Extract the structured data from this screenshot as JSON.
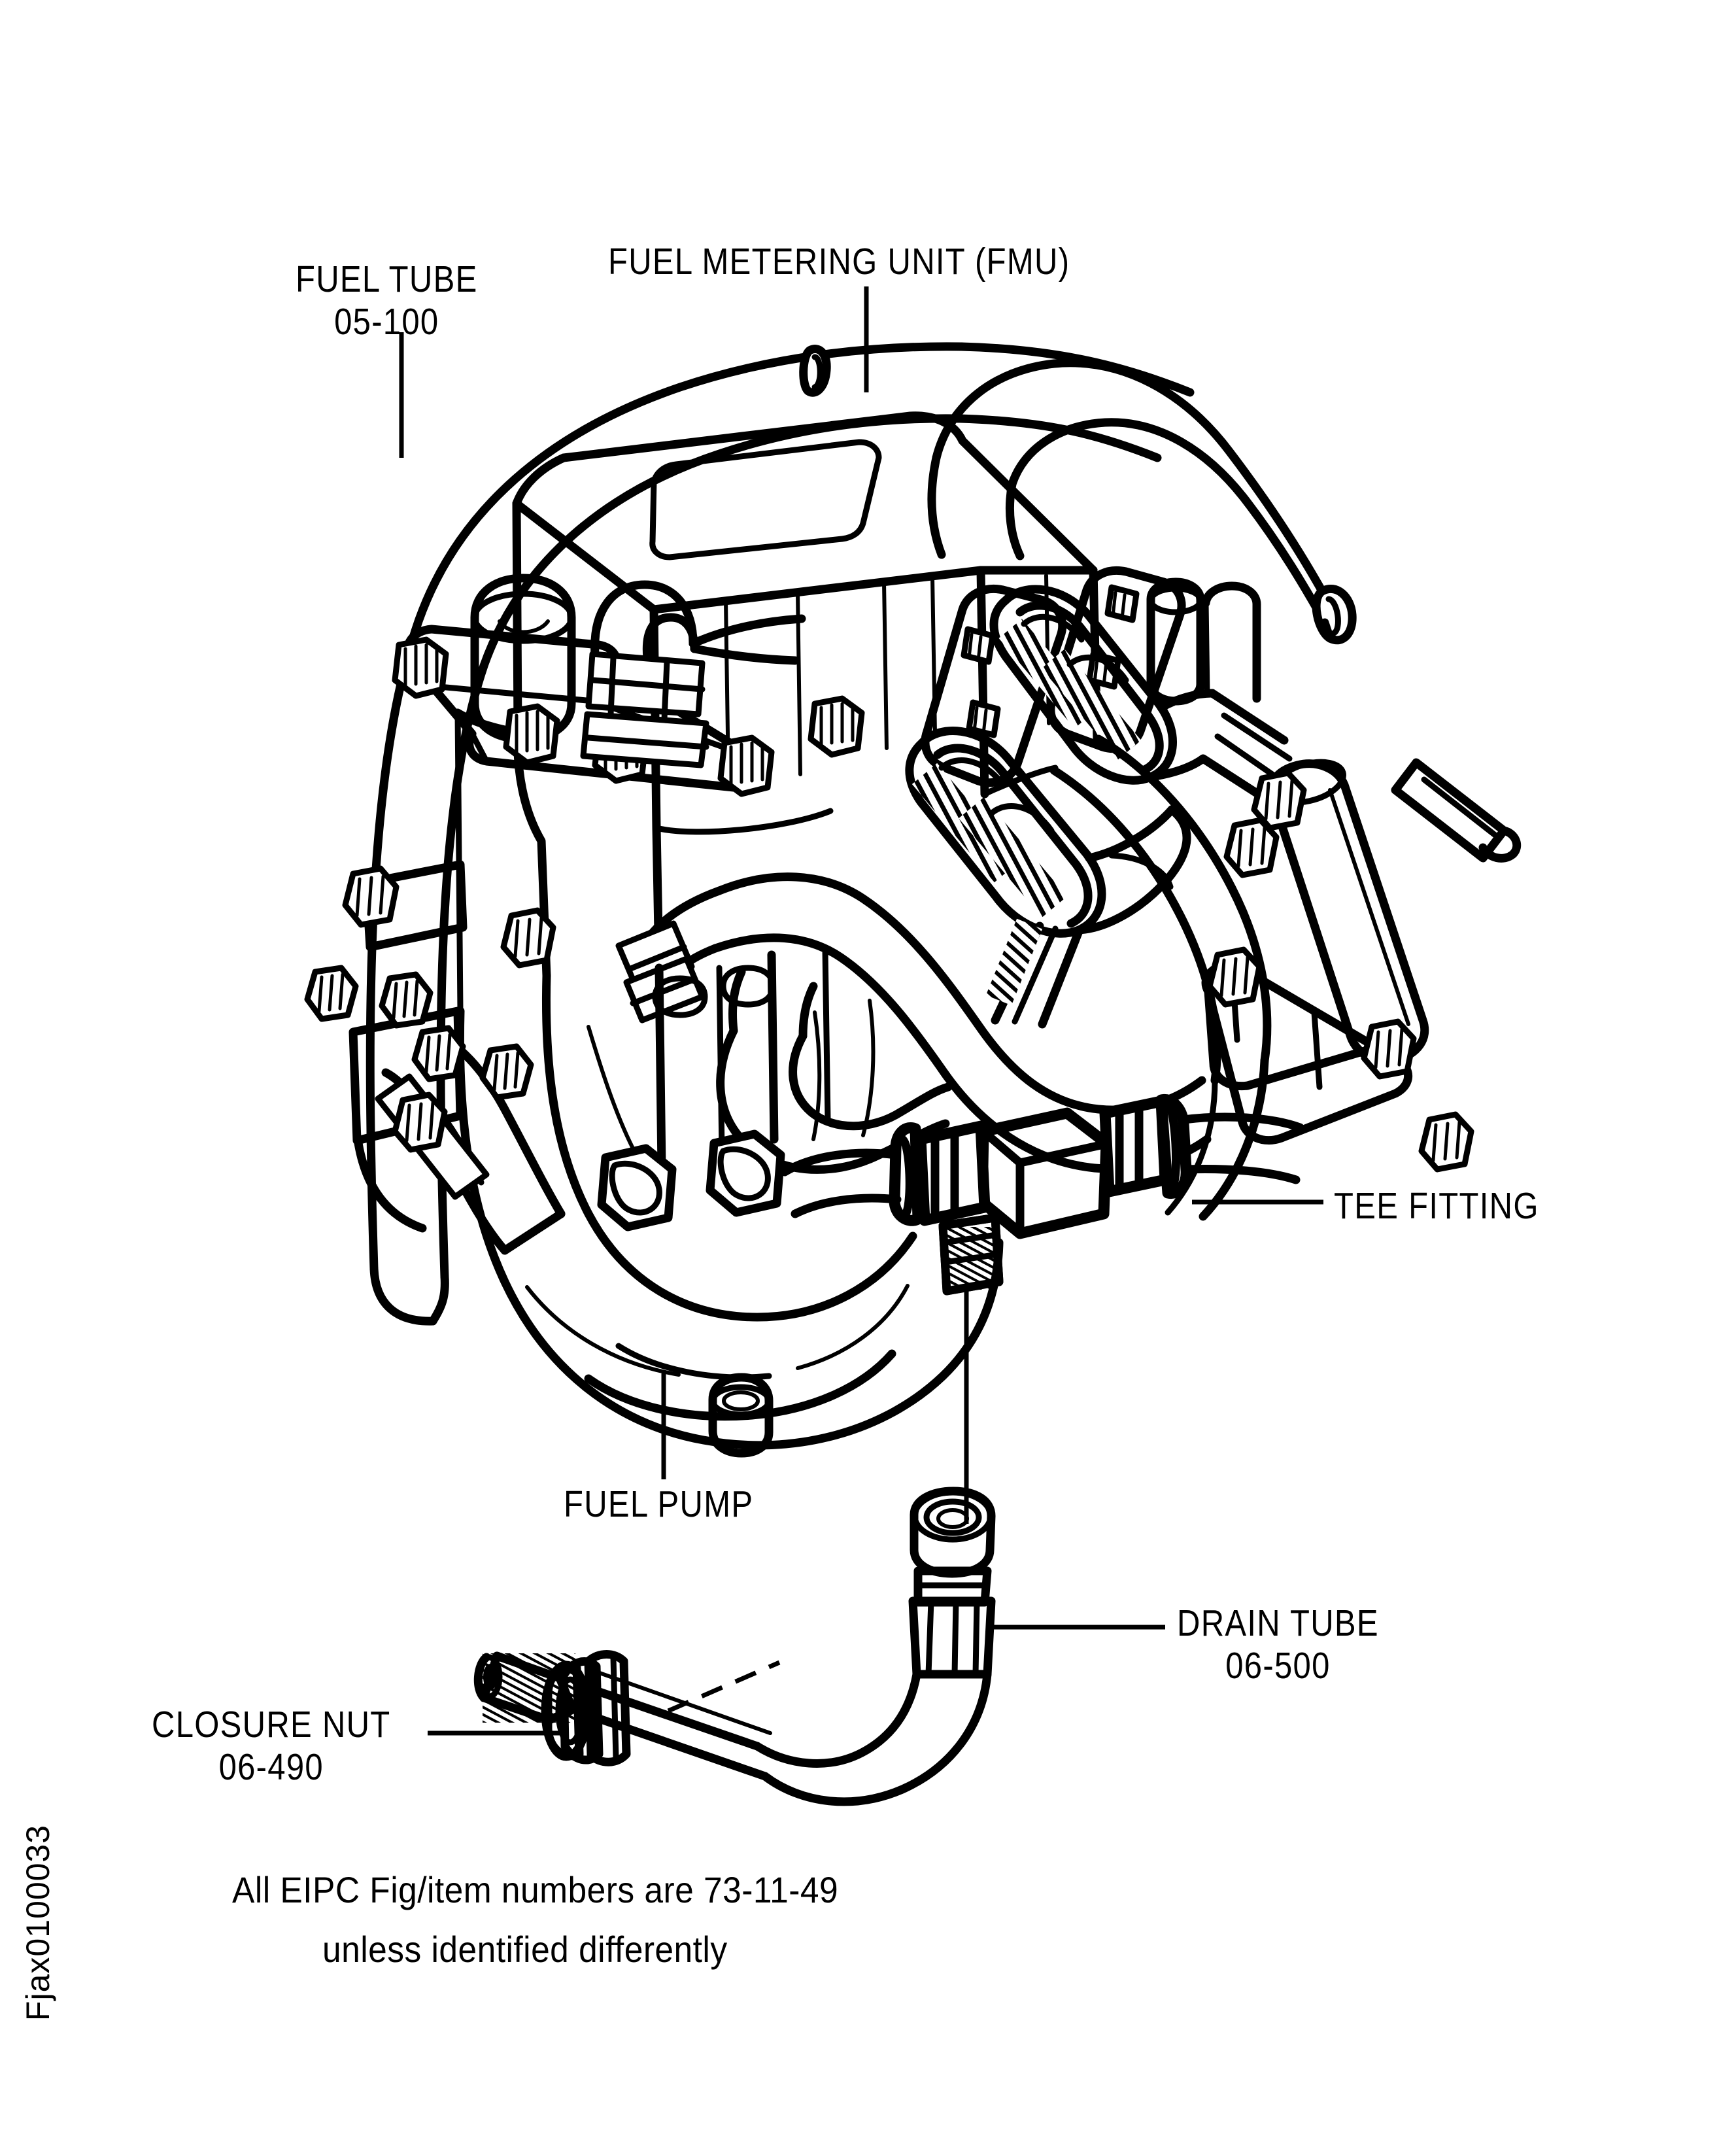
{
  "figure": {
    "id_text": "Fjax0100033",
    "note_line_1": "All EIPC Fig/item numbers are 73-11-49",
    "note_line_2": "unless identified differently",
    "line_color": "#000000",
    "background_color": "#ffffff"
  },
  "callouts": {
    "fuel_tube": {
      "name": "FUEL TUBE",
      "item_number": "05-100"
    },
    "fuel_metering_unit": {
      "name": "FUEL METERING UNIT (FMU)",
      "item_number": ""
    },
    "tee_fitting": {
      "name": "TEE FITTING",
      "item_number": ""
    },
    "fuel_pump": {
      "name": "FUEL PUMP",
      "item_number": ""
    },
    "drain_tube": {
      "name": "DRAIN TUBE",
      "item_number": "06-500"
    },
    "closure_nut": {
      "name": "CLOSURE NUT",
      "item_number": "06-490"
    }
  }
}
